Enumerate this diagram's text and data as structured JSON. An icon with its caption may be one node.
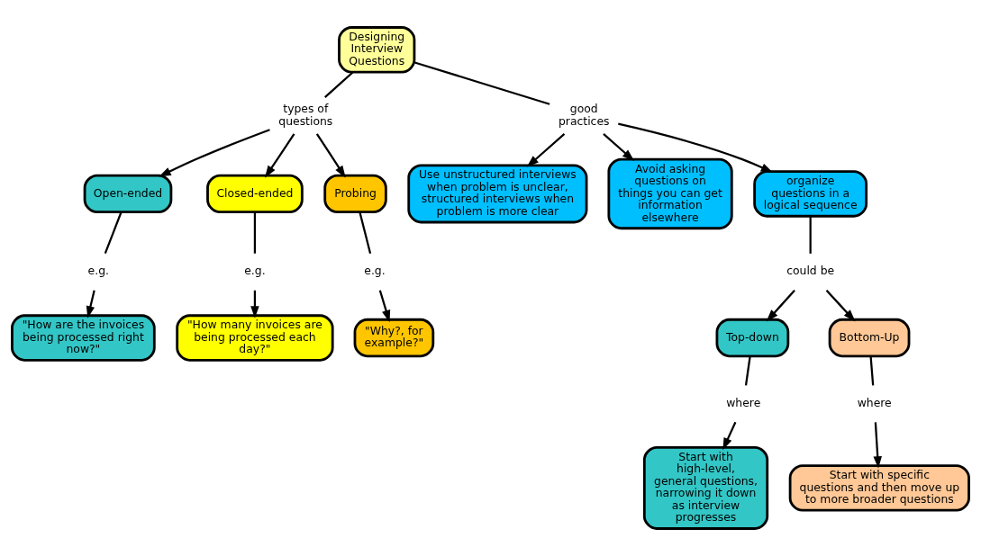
{
  "diagram": {
    "nodes": [
      {
        "text": [
          "Designing Interview Questions"
        ]
      },
      {
        "text": [
          "types of questions"
        ]
      },
      {
        "text": [
          "good practices"
        ]
      },
      {
        "text": [
          "Open-ended"
        ]
      },
      {
        "text": [
          "Closed-ended"
        ]
      },
      {
        "text": [
          "Probing"
        ]
      },
      {
        "text": [
          "e.g."
        ]
      },
      {
        "text": [
          "\"How are the invoices being processed right now?\""
        ]
      },
      {
        "text": [
          "e.g."
        ]
      },
      {
        "text": [
          "\"How many invoices are being processed each day?\""
        ]
      },
      {
        "text": [
          "e.g."
        ]
      },
      {
        "text": [
          "\"Why?, for example?\""
        ]
      },
      {
        "text": [
          "Use unstructured interviews when problem is unclear, structured interviews when problem is more clear"
        ]
      },
      {
        "text": [
          "Avoid asking questions on things you can get information elsewhere"
        ]
      },
      {
        "text": [
          "organize questions in a logical sequence"
        ]
      },
      {
        "text": [
          "could be"
        ]
      },
      {
        "text": [
          "Top-down"
        ]
      },
      {
        "text": [
          "Bottom-Up"
        ]
      },
      {
        "text": [
          "where"
        ]
      },
      {
        "text": [
          "Start with high-level, general questions, narrowing it down as interview progresses"
        ]
      },
      {
        "text": [
          "where"
        ]
      },
      {
        "text": [
          "Start with specific questions and then move up to more broader questions"
        ]
      }
    ],
    "edges": [
      {
        "from": 0,
        "to": 1,
        "arrow": "none"
      },
      {
        "from": 0,
        "to": 2,
        "arrow": "none"
      },
      {
        "from": 1,
        "to": 3,
        "arrow": "to"
      },
      {
        "from": 1,
        "to": 4,
        "arrow": "to"
      },
      {
        "from": 1,
        "to": 5,
        "arrow": "to"
      },
      {
        "from": 3,
        "to": 6,
        "arrow": "none"
      },
      {
        "from": 6,
        "to": 7,
        "arrow": "to"
      },
      {
        "from": 4,
        "to": 8,
        "arrow": "none"
      },
      {
        "from": 8,
        "to": 9,
        "arrow": "to"
      },
      {
        "from": 5,
        "to": 10,
        "arrow": "none"
      },
      {
        "from": 10,
        "to": 11,
        "arrow": "to"
      },
      {
        "from": 2,
        "to": 12,
        "arrow": "to"
      },
      {
        "from": 2,
        "to": 13,
        "arrow": "to"
      },
      {
        "from": 2,
        "to": 14,
        "arrow": "to"
      },
      {
        "from": 14,
        "to": 15,
        "arrow": "none"
      },
      {
        "from": 15,
        "to": 16,
        "arrow": "to"
      },
      {
        "from": 15,
        "to": 17,
        "arrow": "to"
      },
      {
        "from": 16,
        "to": 18,
        "arrow": "none"
      },
      {
        "from": 18,
        "to": 19,
        "arrow": "to"
      },
      {
        "from": 17,
        "to": 20,
        "arrow": "none"
      },
      {
        "from": 20,
        "to": 21,
        "arrow": "to"
      }
    ]
  }
}
